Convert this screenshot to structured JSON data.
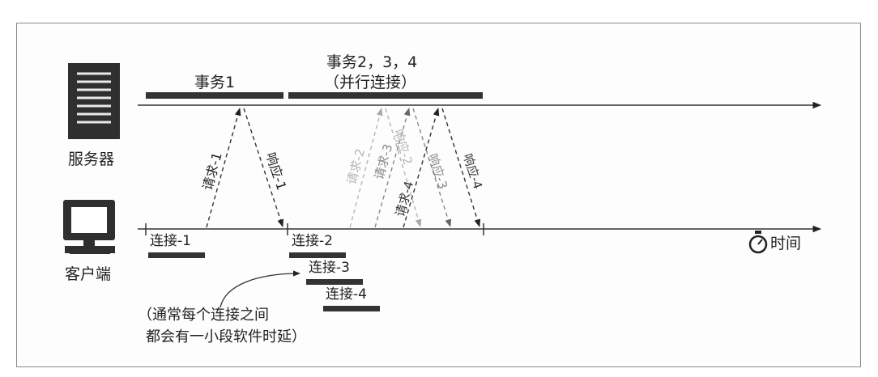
{
  "server_label": "服务器",
  "client_label": "客户端",
  "time_label": "时间",
  "transaction1_label": "事务1",
  "transactions234_label": "事务2，3，4",
  "parallel_label": "（并行连接）",
  "connections": [
    "连接-1",
    "连接-2",
    "连接-3",
    "连接-4"
  ],
  "requests": [
    "请求-1",
    "请求-2",
    "请求-3",
    "请求-4"
  ],
  "responses": [
    "响应-1",
    "响应-2",
    "响应-3",
    "响应-4"
  ],
  "note_line1": "（通常每个连接之间",
  "note_line2": "都会有一小段软件时延）"
}
